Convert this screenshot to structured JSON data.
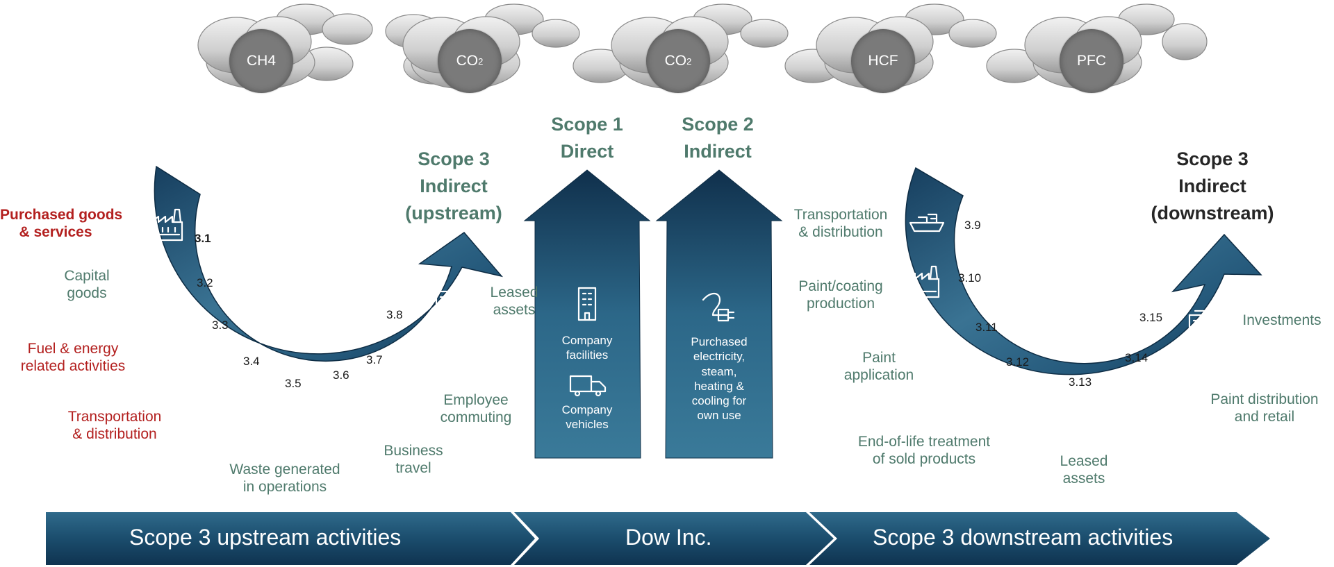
{
  "gases": [
    {
      "name": "CH4",
      "sub": ""
    },
    {
      "name": "CO",
      "sub": "2"
    },
    {
      "name": "CO",
      "sub": "2"
    },
    {
      "name": "HCF",
      "sub": ""
    },
    {
      "name": "PFC",
      "sub": ""
    }
  ],
  "scope1": {
    "line1": "Scope 1",
    "line2": "Direct"
  },
  "scope2": {
    "line1": "Scope 2",
    "line2": "Indirect"
  },
  "scope3_up": {
    "line1": "Scope 3",
    "line2": "Indirect",
    "line3": "(upstream)"
  },
  "scope3_down": {
    "line1": "Scope 3",
    "line2": "Indirect",
    "line3": "(downstream)"
  },
  "upstream": {
    "labels": {
      "purchased": [
        "Purchased goods",
        "& services"
      ],
      "capital": [
        "Capital",
        "goods"
      ],
      "fuel": [
        "Fuel & energy",
        "related activities"
      ],
      "transport": [
        "Transportation",
        "& distribution"
      ],
      "waste": [
        "Waste generated",
        "in operations"
      ],
      "travel": [
        "Business",
        "travel"
      ],
      "commuting": [
        "Employee",
        "commuting"
      ],
      "leased": [
        "Leased",
        "assets"
      ]
    },
    "numbers": [
      "3.1",
      "3.2",
      "3.3",
      "3.4",
      "3.5",
      "3.6",
      "3.7",
      "3.8"
    ]
  },
  "downstream": {
    "labels": {
      "transport": [
        "Transportation",
        "& distribution"
      ],
      "production": [
        "Paint/coating",
        "production"
      ],
      "application": [
        "Paint",
        "application"
      ],
      "eol": [
        "End-of-life treatment",
        "of sold products"
      ],
      "leased": [
        "Leased",
        "assets"
      ],
      "retail": [
        "Paint distribution",
        "and retail"
      ],
      "investments": [
        "Investments"
      ]
    },
    "numbers": [
      "3.9",
      "3.10",
      "3.11",
      "3.12",
      "3.13",
      "3.14",
      "3.15"
    ]
  },
  "scope1_arrow": {
    "facilities": [
      "Company",
      "facilities"
    ],
    "vehicles": [
      "Company",
      "vehicles"
    ]
  },
  "scope2_arrow": {
    "text": [
      "Purchased",
      "electricity,",
      "steam,",
      "heating &",
      "cooling for",
      "own use"
    ]
  },
  "bottom_bar": {
    "upstream": "Scope 3 upstream activities",
    "dow": "Dow Inc.",
    "downstream": "Scope 3 downstream activities"
  },
  "colors": {
    "arrow_dark": "#0f3a5a",
    "arrow_mid": "#2a6586",
    "green_text": "#4f7a6c",
    "red_text": "#b3201f"
  }
}
